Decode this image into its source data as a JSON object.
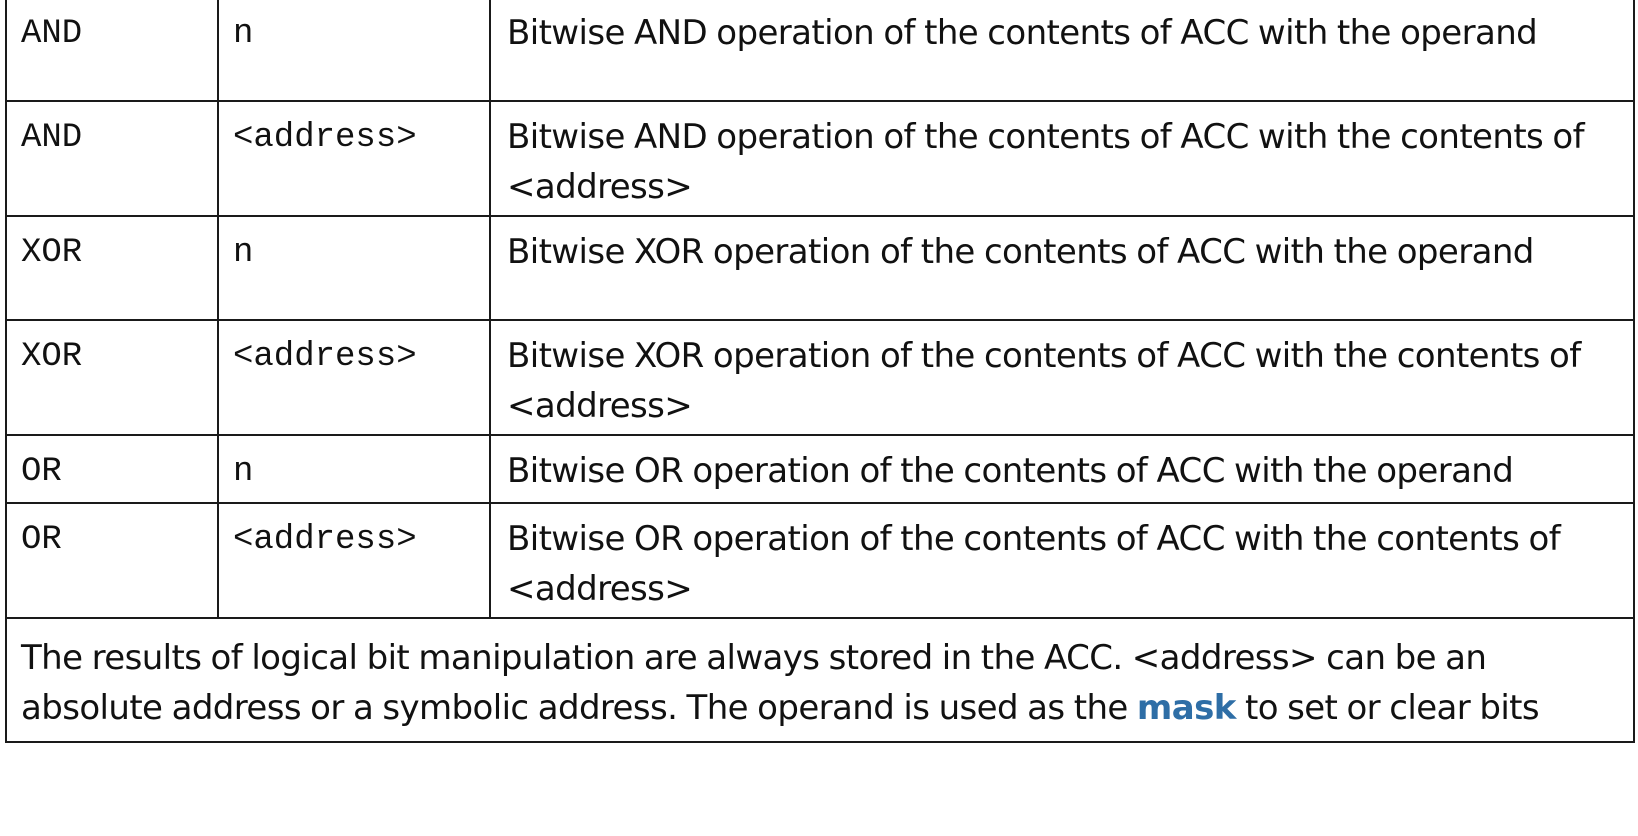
{
  "rows": [
    {
      "opcode": "AND",
      "operand": "n",
      "description": "Bitwise AND operation of the contents of ACC with the operand"
    },
    {
      "opcode": "AND",
      "operand": "<address>",
      "description": "Bitwise AND operation of the contents of ACC with the contents of <address>"
    },
    {
      "opcode": "XOR",
      "operand": "n",
      "description": "Bitwise XOR operation of the contents of ACC with the operand"
    },
    {
      "opcode": "XOR",
      "operand": "<address>",
      "description": "Bitwise XOR operation of the contents of ACC with the contents of <address>"
    },
    {
      "opcode": "OR",
      "operand": "n",
      "description": "Bitwise OR operation of the contents of ACC with the operand"
    },
    {
      "opcode": "OR",
      "operand": "<address>",
      "description": "Bitwise OR operation of the contents of ACC with the contents of <address>"
    }
  ],
  "note": {
    "before": "The results of logical bit manipulation are always stored in the ACC. <address> can be an absolute address or a symbolic address. The operand is used as the ",
    "keyword": "mask",
    "after": " to set or clear bits",
    "keyword_color": "#2e6ea6"
  }
}
